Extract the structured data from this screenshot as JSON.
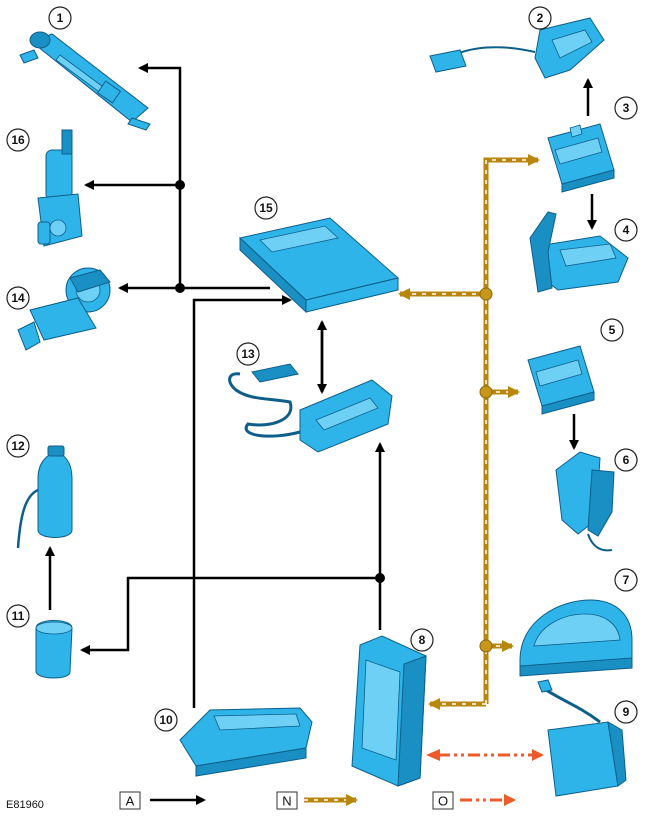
{
  "figure_id": "E81960",
  "callouts": [
    "1",
    "2",
    "3",
    "4",
    "5",
    "6",
    "7",
    "8",
    "9",
    "10",
    "11",
    "12",
    "13",
    "14",
    "15",
    "16"
  ],
  "legend": {
    "hardwired": "A",
    "lin_bus": "N",
    "can_bus": "O"
  },
  "colors": {
    "hardwired": "#000000",
    "lin_bus": "#b8860b",
    "can_bus": "#ee5a2a",
    "component": "#2fb4ea"
  }
}
